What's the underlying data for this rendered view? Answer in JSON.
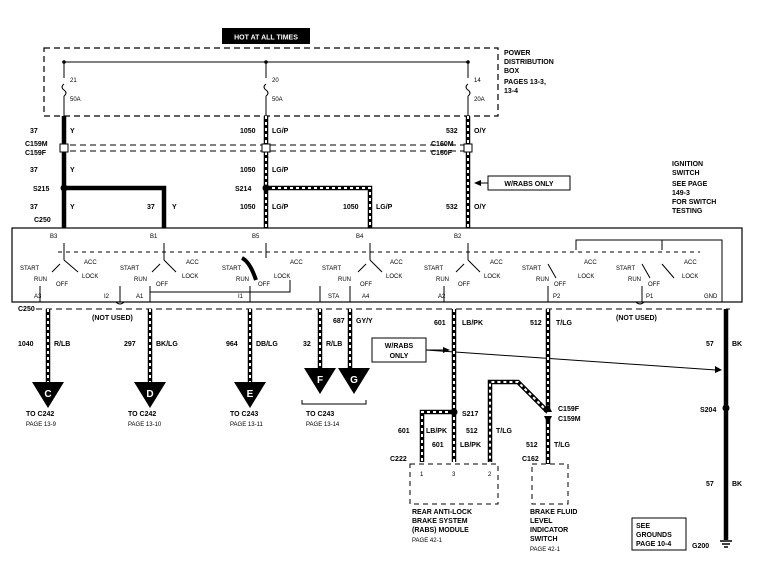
{
  "banner": "HOT AT ALL TIMES",
  "pdb": {
    "label": [
      "POWER",
      "DISTRIBUTION",
      "BOX",
      "PAGES 13-3,",
      "13-4"
    ],
    "fuses": [
      {
        "num": "21",
        "amp": "50A"
      },
      {
        "num": "20",
        "amp": "50A"
      },
      {
        "num": "14",
        "amp": "20A"
      }
    ]
  },
  "ignition": {
    "label": [
      "IGNITION",
      "SWITCH",
      "SEE PAGE",
      "149-3",
      "FOR SWITCH",
      "TESTING"
    ]
  },
  "connectors": {
    "c159m": "C159M",
    "c159f": "C159F",
    "c160m": "C160M",
    "c160f": "C160F",
    "c250_top": "C250",
    "c250_bot": "C250",
    "s215": "S215",
    "s214": "S214",
    "s217": "S217",
    "s204": "S204",
    "c222": "C222",
    "c162": "C162",
    "c159f_r": "C159F",
    "c159m_r": "C159M",
    "g200": "G200"
  },
  "wires_top": [
    {
      "circuit": "37",
      "color": "Y"
    },
    {
      "circuit": "37",
      "color": "Y"
    },
    {
      "circuit": "37",
      "color": "Y"
    },
    {
      "circuit": "37",
      "color": "Y"
    },
    {
      "circuit": "1050",
      "color": "LG/P"
    },
    {
      "circuit": "1050",
      "color": "LG/P"
    },
    {
      "circuit": "1050",
      "color": "LG/P"
    },
    {
      "circuit": "1050",
      "color": "LG/P"
    },
    {
      "circuit": "532",
      "color": "O/Y"
    },
    {
      "circuit": "532",
      "color": "O/Y"
    }
  ],
  "rabs_note": "W/RABS ONLY",
  "rabs_note2": [
    "W/RABS",
    "ONLY"
  ],
  "switch": {
    "pins_top": [
      "B3",
      "B1",
      "B5",
      "B4",
      "B2"
    ],
    "pins_bottom": [
      "A3",
      "I2",
      "A1",
      "I1",
      "STA",
      "A4",
      "A2",
      "P2",
      "P1",
      "GND"
    ],
    "positions": [
      "START",
      "RUN",
      "OFF",
      "LOCK",
      "ACC"
    ]
  },
  "not_used": [
    "(NOT USED)",
    "(NOT USED)"
  ],
  "wires_bottom": [
    {
      "circuit": "1040",
      "color": "R/LB"
    },
    {
      "circuit": "297",
      "color": "BK/LG"
    },
    {
      "circuit": "964",
      "color": "DB/LG"
    },
    {
      "circuit": "32",
      "color": "R/LB"
    },
    {
      "circuit": "687",
      "color": "GY/Y"
    },
    {
      "circuit": "601",
      "color": "LB/PK"
    },
    {
      "circuit": "512",
      "color": "T/LG"
    },
    {
      "circuit": "57",
      "color": "BK"
    }
  ],
  "arrows": [
    "C",
    "D",
    "E",
    "F",
    "G"
  ],
  "destinations": [
    {
      "to": "TO C242",
      "page": "PAGE 13-9"
    },
    {
      "to": "TO C242",
      "page": "PAGE 13-10"
    },
    {
      "to": "TO C243",
      "page": "PAGE 13-11"
    },
    {
      "to": "TO C243",
      "page": "PAGE 13-14"
    }
  ],
  "rabs_wires": [
    {
      "circuit": "601",
      "color": "LB/PK"
    },
    {
      "circuit": "601",
      "color": "LB/PK"
    },
    {
      "circuit": "512",
      "color": "T/LG"
    },
    {
      "circuit": "512",
      "color": "T/LG"
    },
    {
      "circuit": "57",
      "color": "BK"
    }
  ],
  "rabs_module": {
    "pins": [
      "1",
      "3",
      "2"
    ],
    "label": [
      "REAR ANTI-LOCK",
      "BRAKE SYSTEM",
      "(RABS) MODULE",
      "PAGE 42-1"
    ]
  },
  "brake_switch": {
    "label": [
      "BRAKE FLUID",
      "LEVEL",
      "INDICATOR",
      "SWITCH",
      "PAGE 42-1"
    ]
  },
  "grounds": {
    "label": [
      "SEE",
      "GROUNDS",
      "PAGE 10-4"
    ]
  }
}
